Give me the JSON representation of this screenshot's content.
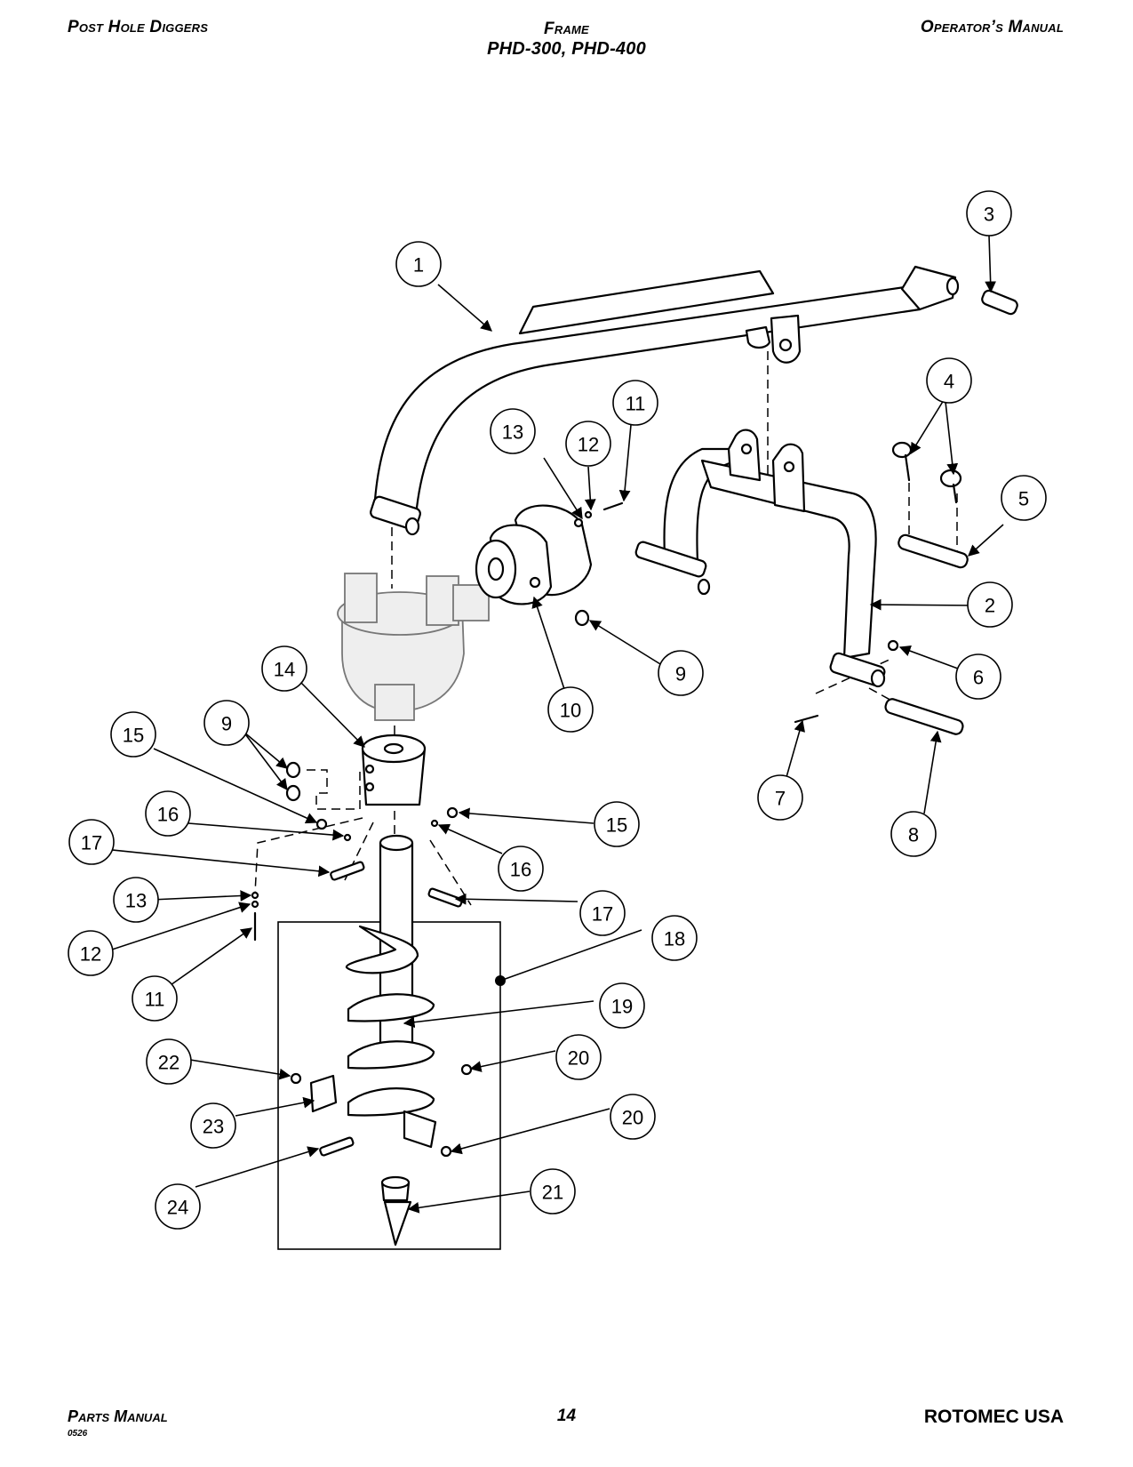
{
  "header": {
    "left": "Post Hole Diggers",
    "center_line1": "Frame",
    "center_line2": "PHD-300, PHD-400",
    "right": "Operator’s Manual"
  },
  "footer": {
    "left": "Parts Manual",
    "code": "0526",
    "page_number": "14",
    "right": "ROTOMEC USA"
  },
  "callouts": [
    "1",
    "2",
    "3",
    "4",
    "5",
    "6",
    "7",
    "8",
    "9",
    "9",
    "10",
    "11",
    "11",
    "12",
    "12",
    "13",
    "13",
    "14",
    "15",
    "15",
    "16",
    "16",
    "17",
    "17",
    "18",
    "19",
    "20",
    "20",
    "21",
    "22",
    "23",
    "24"
  ]
}
